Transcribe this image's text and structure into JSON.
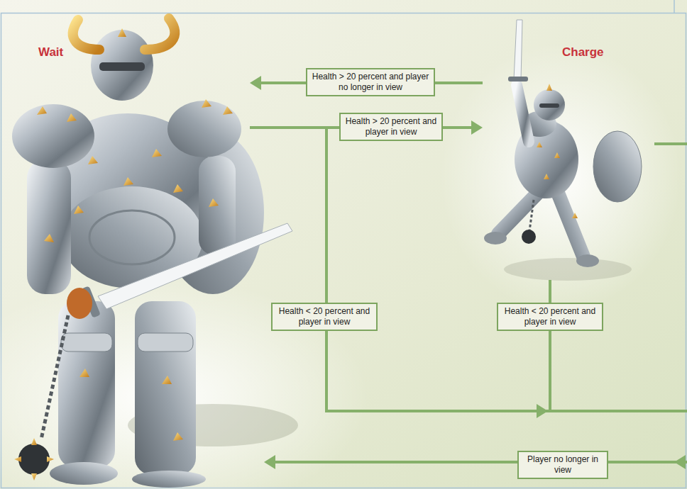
{
  "diagram": {
    "nodes": [
      {
        "text": [
          "Wait"
        ]
      },
      {
        "text": [
          "Charge"
        ]
      }
    ],
    "edges": [
      {
        "from": 1,
        "to": 0,
        "arrow": "to",
        "label": "Health > 20 percent and player no longer in view"
      },
      {
        "from": 0,
        "to": 1,
        "arrow": "to",
        "label": "Health > 20 percent and player in view"
      }
    ],
    "labels": [
      "Health < 20 percent and player in view",
      "Health < 20 percent and player in view",
      "Player no longer in view"
    ]
  }
}
